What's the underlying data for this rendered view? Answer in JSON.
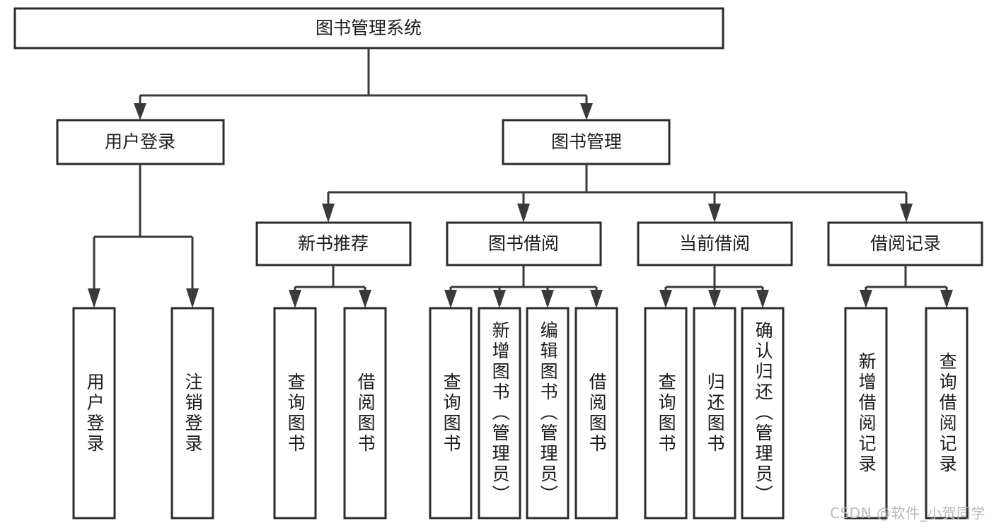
{
  "diagram": {
    "title": "图书管理系统",
    "watermark": "CSDN @软件_小贺同学",
    "colors": {
      "background": "#ffffff",
      "box_fill": "#ffffff",
      "box_stroke": "#2b2b2b",
      "connector": "#3a3a3a",
      "text": "#1b1b1b",
      "watermark": "#b9b9b9"
    },
    "root": {
      "label": "图书管理系统"
    },
    "level1": [
      {
        "label": "用户登录"
      },
      {
        "label": "图书管理"
      }
    ],
    "level2": [
      {
        "label": "新书推荐"
      },
      {
        "label": "图书借阅"
      },
      {
        "label": "当前借阅"
      },
      {
        "label": "借阅记录"
      }
    ],
    "leaves": {
      "user_login": [
        {
          "label": "用户登录"
        },
        {
          "label": "注销登录"
        }
      ],
      "new_book": [
        {
          "label": "查询图书"
        },
        {
          "label": "借阅图书"
        }
      ],
      "book_borrow": [
        {
          "label": "查询图书"
        },
        {
          "label": "新增图书（管理员）"
        },
        {
          "label": "编辑图书（管理员）"
        },
        {
          "label": "借阅图书"
        }
      ],
      "current_borrow": [
        {
          "label": "查询图书"
        },
        {
          "label": "归还图书"
        },
        {
          "label": "确认归还（管理员）"
        }
      ],
      "borrow_record": [
        {
          "label": "新增借阅记录"
        },
        {
          "label": "查询借阅记录"
        }
      ]
    }
  }
}
